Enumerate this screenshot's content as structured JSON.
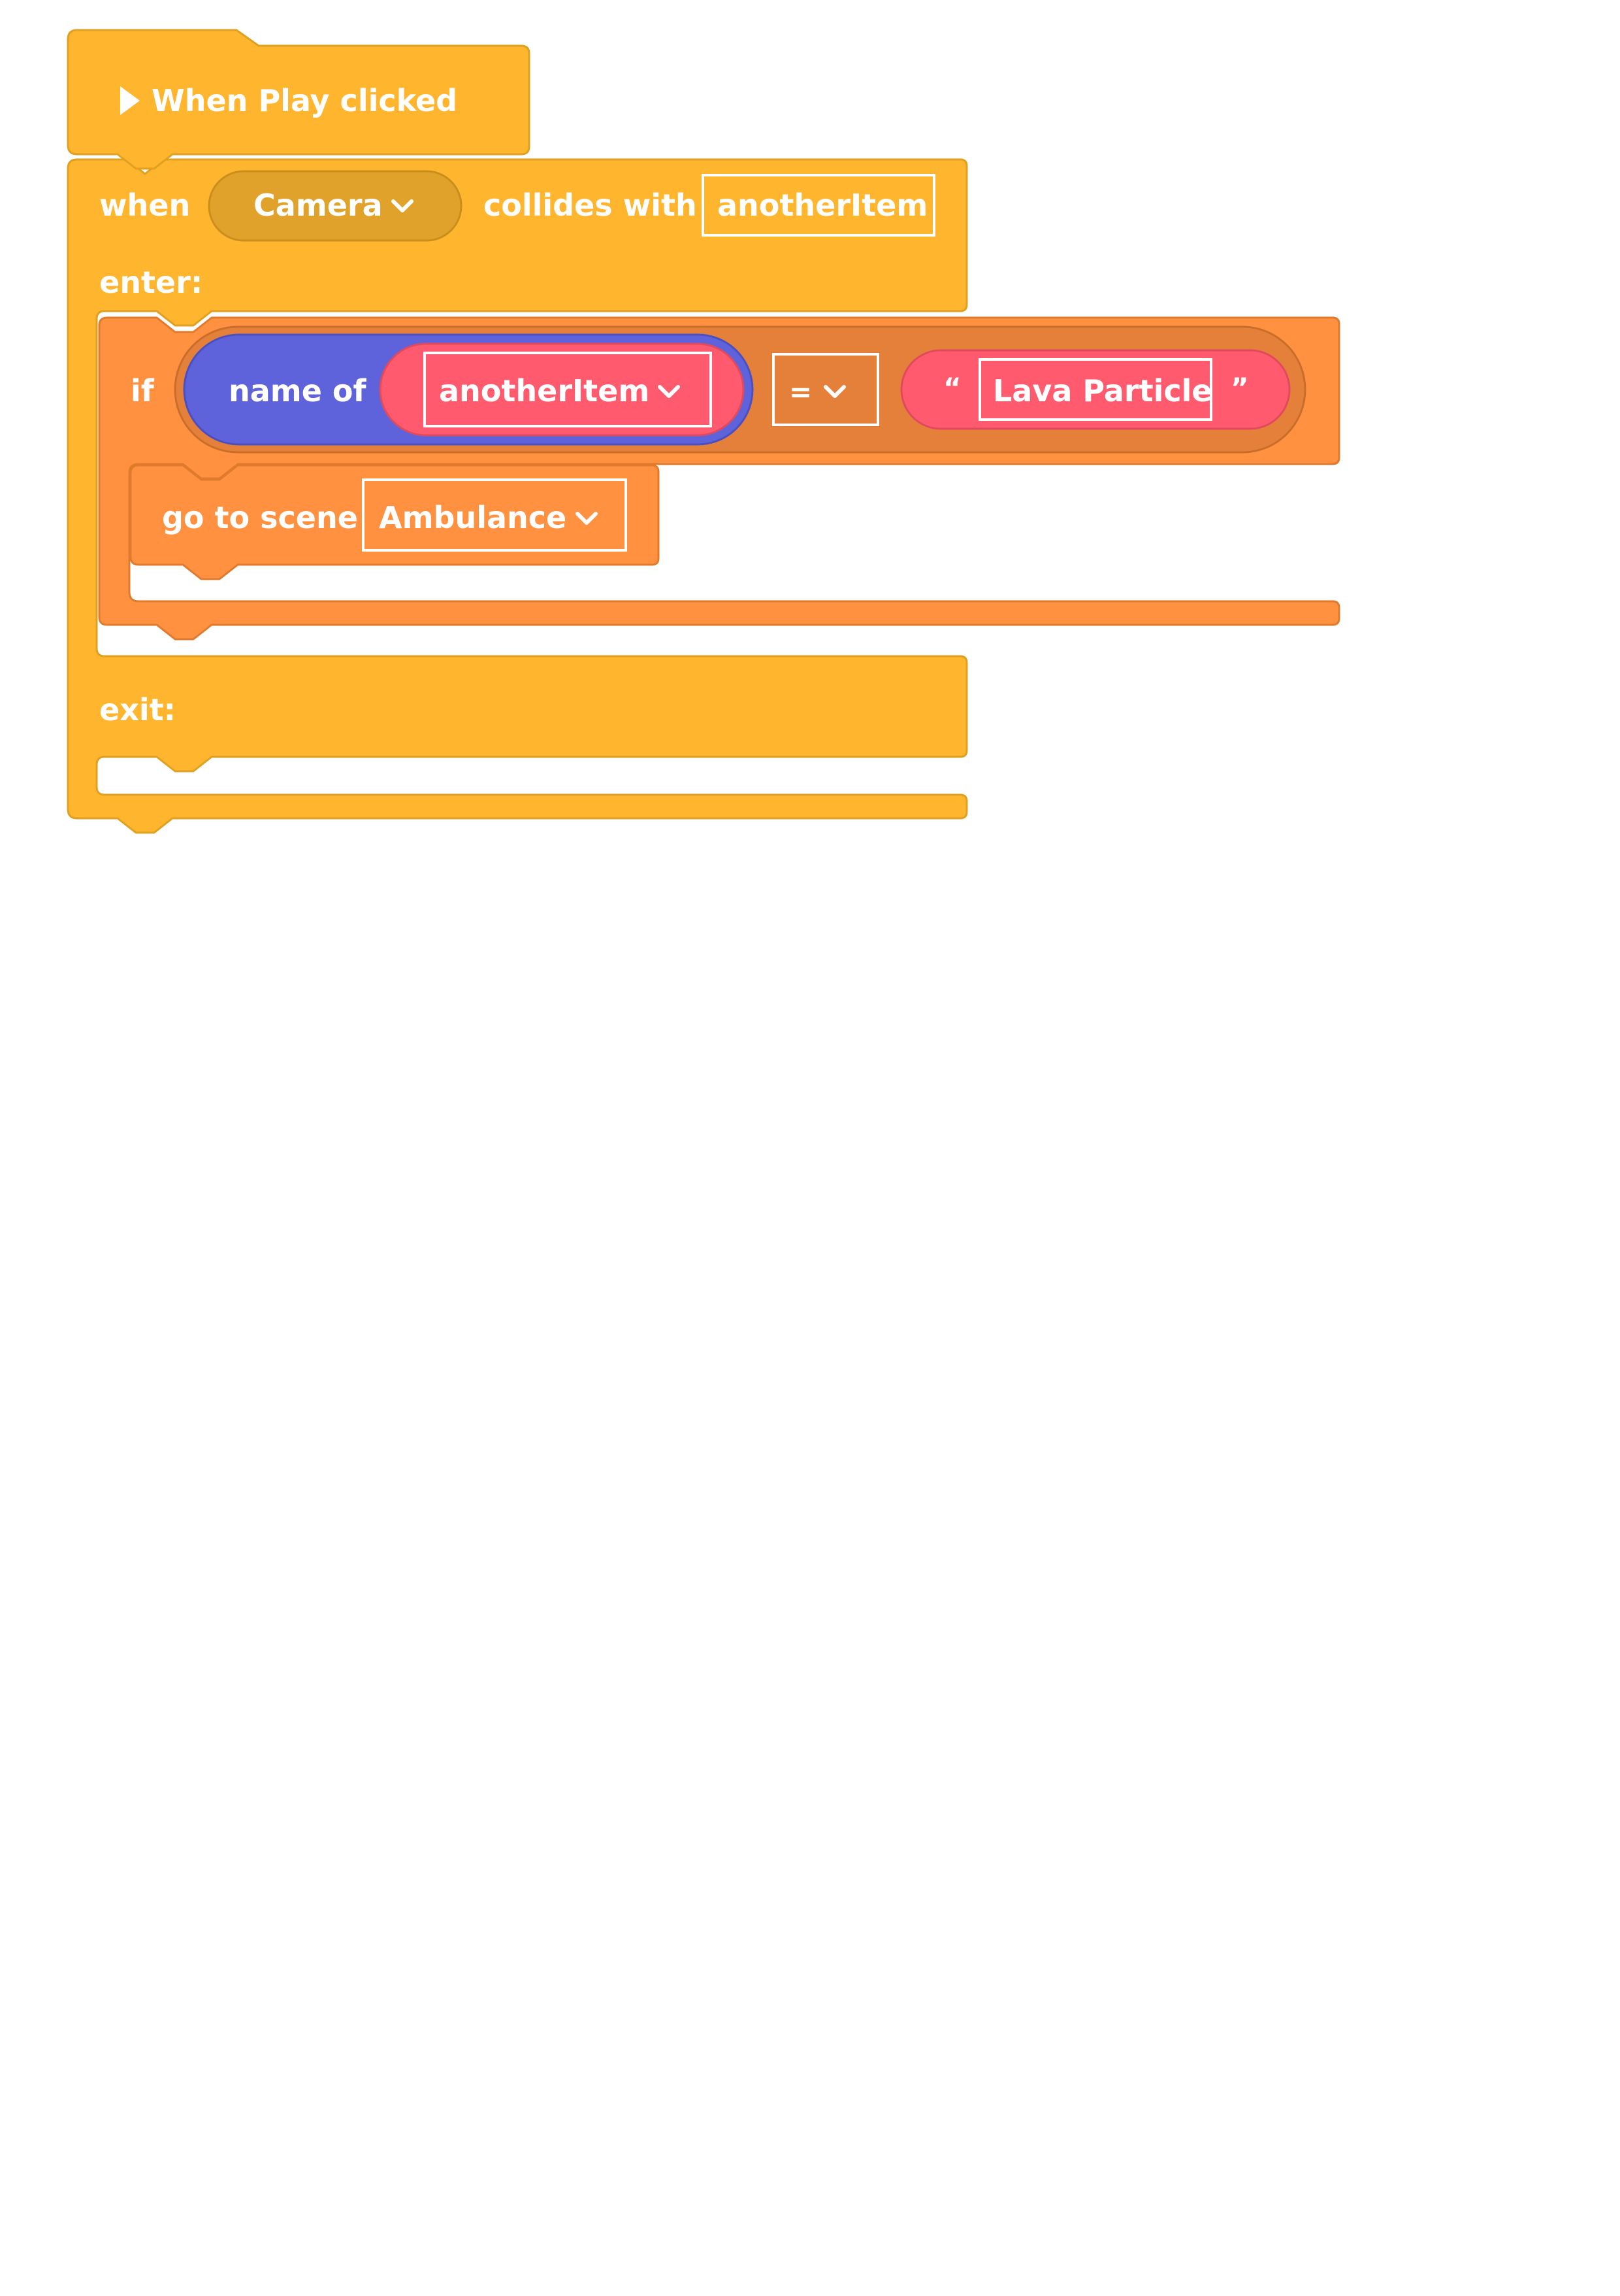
{
  "colors": {
    "events": "#FFB52E",
    "events_stroke": "#E0A020",
    "events_dark": "#E0A22A",
    "control": "#FF9140",
    "control_stroke": "#E07A2C",
    "control_dark": "#E5803A",
    "operator": "#5F63DB",
    "operator_stroke": "#4B4FC0",
    "text_block": "#FF5A6E",
    "text_block_stroke": "#E04A5C",
    "white": "#FFFFFF"
  },
  "hat_block": {
    "icon": "play-icon",
    "label": "When Play clicked"
  },
  "collision_block": {
    "when_label": "when",
    "target_value": "Camera",
    "collides_label": "collides with",
    "variable_value": "anotherItem",
    "enter_label": "enter:",
    "exit_label": "exit:"
  },
  "if_block": {
    "if_label": "if",
    "name_of_label": "name of",
    "name_of_value": "anotherItem",
    "operator_value": "=",
    "open_quote": "“",
    "string_value": "Lava Particle",
    "close_quote": "”"
  },
  "scene_block": {
    "label": "go to scene",
    "scene_value": "Ambulance"
  }
}
